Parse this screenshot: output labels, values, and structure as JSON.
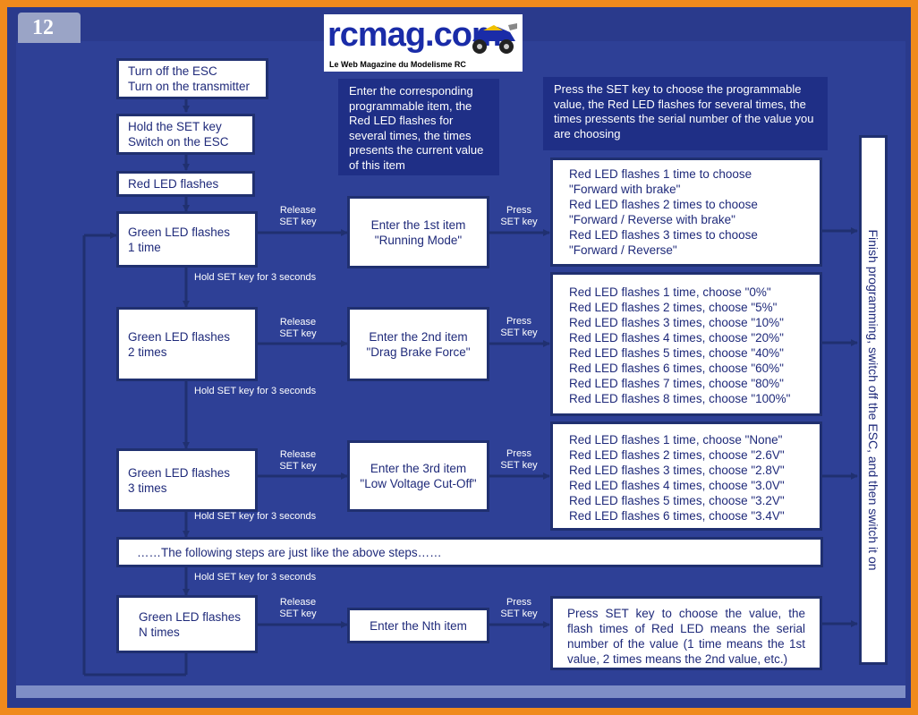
{
  "page_number": "12",
  "logo": {
    "word": "rcmag.com",
    "tagline": "Le Web Magazine du Modelisme RC"
  },
  "colors": {
    "frame": "#f08a1c",
    "background": "#2e4096",
    "box_border": "#203070",
    "text": "#1f2a7a"
  },
  "start_steps": [
    "Turn off the ESC",
    "Turn on the transmitter",
    "Hold the SET key",
    "Switch on the ESC",
    "Red LED flashes"
  ],
  "info_boxes": {
    "enter_item": "Enter the corresponding programmable item, the Red LED flashes for several times, the times presents the current value of this item",
    "set_value": "Press the SET key to choose the programmable value, the Red LED flashes for several times, the times pressents the serial number of the value you are choosing"
  },
  "rows": [
    {
      "green": [
        "Green LED flashes",
        "1 time"
      ],
      "release": [
        "Release",
        "SET key"
      ],
      "item": [
        "Enter the 1st item",
        "\"Running Mode\""
      ],
      "press": [
        "Press",
        "SET key"
      ],
      "options": [
        "Red LED flashes 1 time to choose",
        "\"Forward with brake\"",
        "Red LED flashes 2 times to choose",
        "\"Forward / Reverse with brake\"",
        "Red LED flashes 3 times to choose",
        "\"Forward / Reverse\""
      ]
    },
    {
      "green": [
        "Green LED flashes",
        "2 times"
      ],
      "release": [
        "Release",
        "SET key"
      ],
      "item": [
        "Enter the 2nd item",
        "\"Drag Brake Force\""
      ],
      "press": [
        "Press",
        "SET key"
      ],
      "options": [
        "Red LED flashes 1 time, choose \"0%\"",
        "Red LED flashes 2 times, choose \"5%\"",
        "Red LED flashes 3 times, choose \"10%\"",
        "Red LED flashes 4 times, choose \"20%\"",
        "Red LED flashes 5 times, choose \"40%\"",
        "Red LED flashes 6 times, choose \"60%\"",
        "Red LED flashes 7 times, choose \"80%\"",
        "Red LED flashes 8 times, choose \"100%\""
      ]
    },
    {
      "green": [
        "Green LED flashes",
        "3 times"
      ],
      "release": [
        "Release",
        "SET key"
      ],
      "item": [
        "Enter the 3rd item",
        "\"Low Voltage Cut-Off\""
      ],
      "press": [
        "Press",
        "SET key"
      ],
      "options": [
        "Red LED flashes 1 time, choose \"None\"",
        "Red LED flashes 2 times, choose \"2.6V\"",
        "Red LED flashes 3 times, choose \"2.8V\"",
        "Red LED flashes 4 times, choose \"3.0V\"",
        "Red LED flashes 5 times, choose \"3.2V\"",
        "Red LED flashes 6 times, choose \"3.4V\""
      ]
    },
    {
      "green": [
        "Green LED flashes",
        "N times"
      ],
      "release": [
        "Release",
        "SET key"
      ],
      "item": [
        "Enter the Nth item"
      ],
      "press": [
        "Press",
        "SET key"
      ],
      "options": [
        "Press SET key to choose the value, the flash times of Red LED means the serial number of the value (1 time means the 1st value, 2 times means the 2nd value, etc.)"
      ]
    }
  ],
  "hold_label": "Hold SET key for 3 seconds",
  "following_steps": "……The following steps are just like the above steps……",
  "finish": "Finish programming, switch off the ESC, and then switch it on"
}
